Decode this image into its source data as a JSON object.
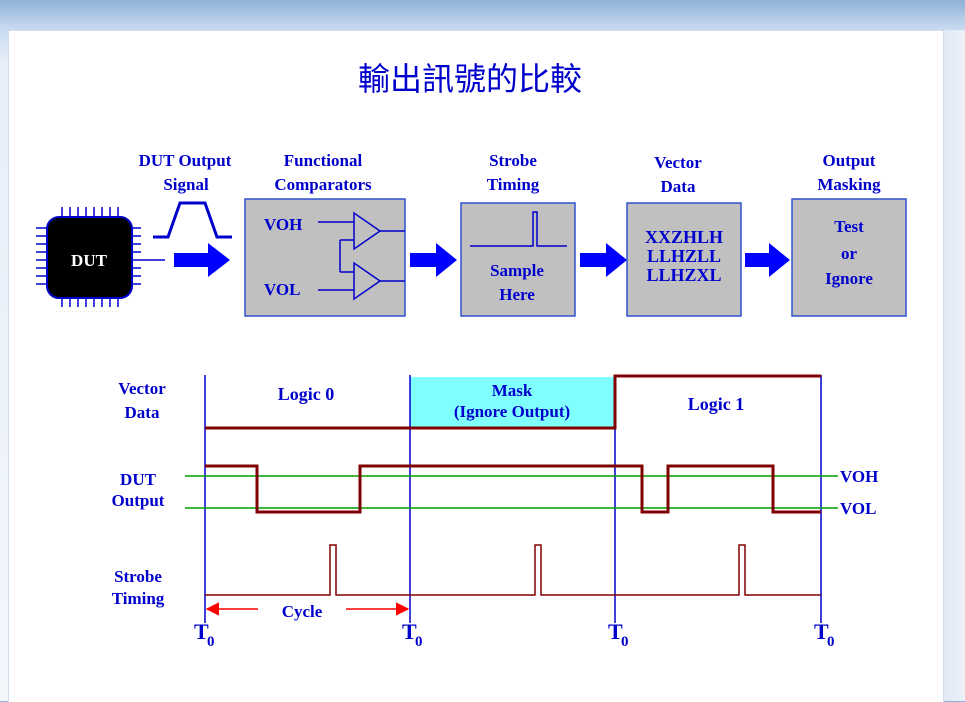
{
  "title": "輸出訊號的比較",
  "colors": {
    "ink": "#0000cc",
    "box_fill": "#c0c0c0",
    "box_stroke": "#3050d0",
    "arrow": "#0000ff",
    "waveform": "#800000",
    "threshold": "#00a000",
    "mask_fill": "#80ffff",
    "chip": "#000000"
  },
  "top_flow": {
    "chip_label": "DUT",
    "output_signal_label_1": "DUT Output",
    "output_signal_label_2": "Signal",
    "comparators": {
      "header_1": "Functional",
      "header_2": "Comparators",
      "voh": "VOH",
      "vol": "VOL"
    },
    "strobe": {
      "header_1": "Strobe",
      "header_2": "Timing",
      "sample_1": "Sample",
      "sample_2": "Here"
    },
    "vector": {
      "header_1": "Vector",
      "header_2": "Data",
      "line_1": "XXZHLH",
      "line_2": "LLHZLL",
      "line_3": "LLHZXL"
    },
    "masking": {
      "header_1": "Output",
      "header_2": "Masking",
      "line_1": "Test",
      "line_2": "or",
      "line_3": "Ignore"
    }
  },
  "timing": {
    "row_labels": {
      "vector_1": "Vector",
      "vector_2": "Data",
      "dut_1": "DUT",
      "dut_2": "Output",
      "strobe_1": "Strobe",
      "strobe_2": "Timing"
    },
    "vector_data_segments": [
      {
        "label": "Logic 0",
        "level": 0
      },
      {
        "label_1": "Mask",
        "label_2": "(Ignore Output)",
        "level": 0
      },
      {
        "label": "Logic 1",
        "level": 1
      }
    ],
    "thresholds": {
      "voh": "VOH",
      "vol": "VOL"
    },
    "cycle_label": "Cycle",
    "t0_label": "T",
    "t0_subscript": "0"
  }
}
